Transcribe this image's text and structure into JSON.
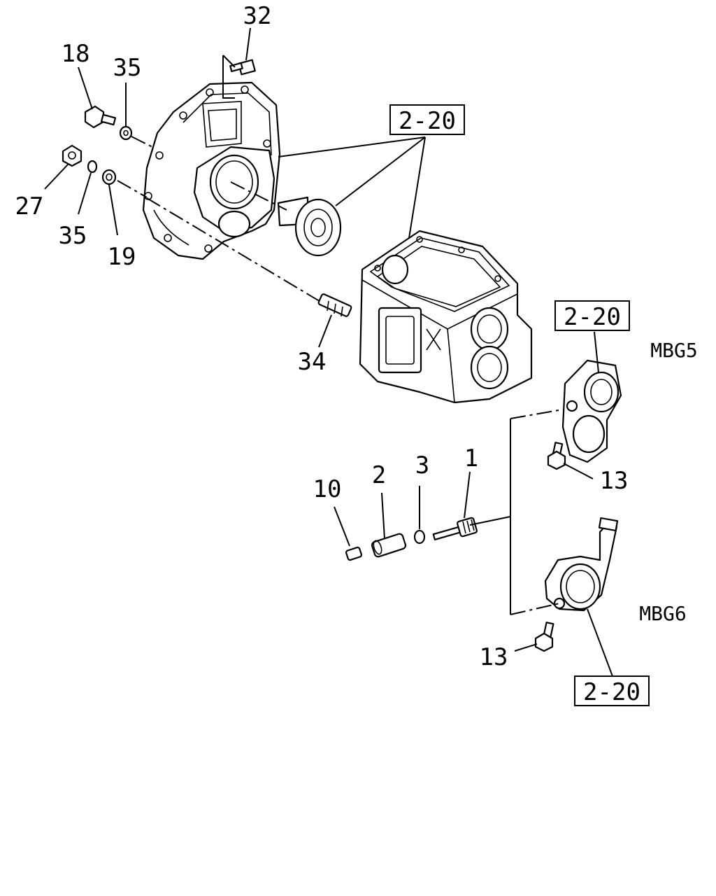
{
  "callouts": {
    "c32": "32",
    "c18": "18",
    "c35a": "35",
    "c27": "27",
    "c35b": "35",
    "c19": "19",
    "c34": "34",
    "c13a": "13",
    "c10": "10",
    "c2": "2",
    "c3": "3",
    "c1": "1",
    "c13b": "13"
  },
  "references": {
    "ref_top": "2-20",
    "ref_mid": "2-20",
    "ref_bottom": "2-20"
  },
  "model_codes": {
    "mbg5": "MBG5",
    "mbg6": "MBG6"
  }
}
